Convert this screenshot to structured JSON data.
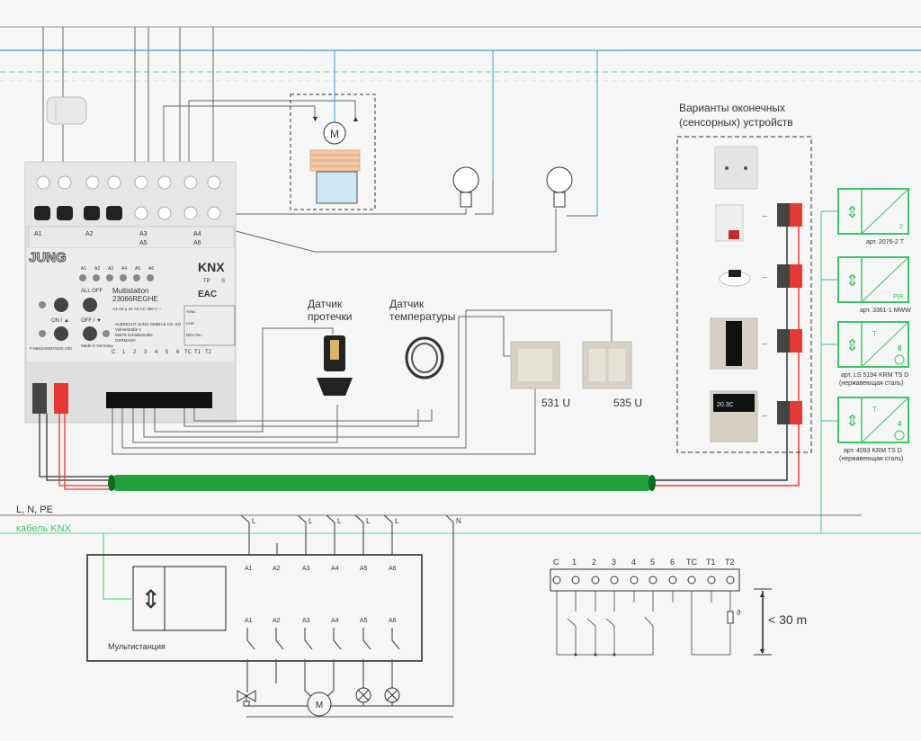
{
  "device": {
    "brand": "JUNG",
    "knx_logo": "KNX",
    "tp": "TP",
    "s": "S",
    "eac": "EAC",
    "model_name": "Multistation",
    "model_code": "23066REGHE",
    "rating": "A1-A6 μ 16 AX AC 250 V ~",
    "maker": [
      "ALBRECHT JUNG GMBH & CO. KG",
      "Volmestraße 1",
      "58579 Schalksmühle",
      "GERMANY"
    ],
    "serial": "F-6661H03970320  V00",
    "made_in": "Made in Germany",
    "led_labels": [
      "A1",
      "A2",
      "A3",
      "A4",
      "A5",
      "A6"
    ],
    "output_labels": [
      "A1",
      "A2",
      "A3",
      "A4",
      "A5",
      "A6"
    ],
    "buttons": {
      "all_off": "ALL OFF",
      "on_up": "ON / ▲",
      "off_down": "OFF / ▼"
    },
    "area_fields": [
      "Area:",
      "Line:",
      "DEV-No.:"
    ],
    "input_labels": [
      "C",
      "1",
      "2",
      "3",
      "4",
      "5",
      "6",
      "TC",
      "T1",
      "T2"
    ]
  },
  "sensors": {
    "leak": [
      "Датчик",
      "протечки"
    ],
    "temperature": [
      "Датчик",
      "температуры"
    ]
  },
  "switches": [
    {
      "label": "531 U"
    },
    {
      "label": "535 U"
    }
  ],
  "endpoints": {
    "title": [
      "Варианты оконечных",
      "(сенсорных) устройств"
    ],
    "items": [
      {
        "art": "арт. 2076-2 T",
        "note": "",
        "symbol_text": "2\n=",
        "type": "binary-input"
      },
      {
        "art": "арт. 3361-1 MWW",
        "note": "",
        "symbol_text": "PIR",
        "type": "motion-detector"
      },
      {
        "art": "арт. LS 5194 KRM TS D",
        "note": "(нержавеющая сталь)",
        "symbol_text": "8",
        "type": "thermostat"
      },
      {
        "art": "арт. 4093 KRM TS D",
        "note": "(нержавеющая сталь)",
        "symbol_text": "4",
        "type": "thermostat"
      }
    ],
    "thermostat_T": "T",
    "display_temp": "20.3C"
  },
  "schematic": {
    "power_label": "L, N, PE",
    "knx_label": "кабель KNX",
    "station_label": "Мультистанция",
    "line_labels": [
      "L",
      "L",
      "L",
      "L",
      "L",
      "N"
    ],
    "outputs_top": [
      "A1",
      "A2",
      "A3",
      "A4",
      "A5",
      "A6"
    ],
    "outputs_bottom": [
      "A1",
      "A2",
      "A3",
      "A4",
      "A5",
      "A6"
    ],
    "motor": "M",
    "terminal_labels": [
      "C",
      "1",
      "2",
      "3",
      "4",
      "5",
      "6",
      "TC",
      "T1",
      "T2"
    ],
    "distance": "< 30 m",
    "theta": "ϑ"
  },
  "motor_symbol": "M",
  "colors": {
    "knx_green": "#3cc66a",
    "cable_green": "#22a03a",
    "blue_line": "#3aa0d8",
    "red_wire": "#e53935"
  }
}
